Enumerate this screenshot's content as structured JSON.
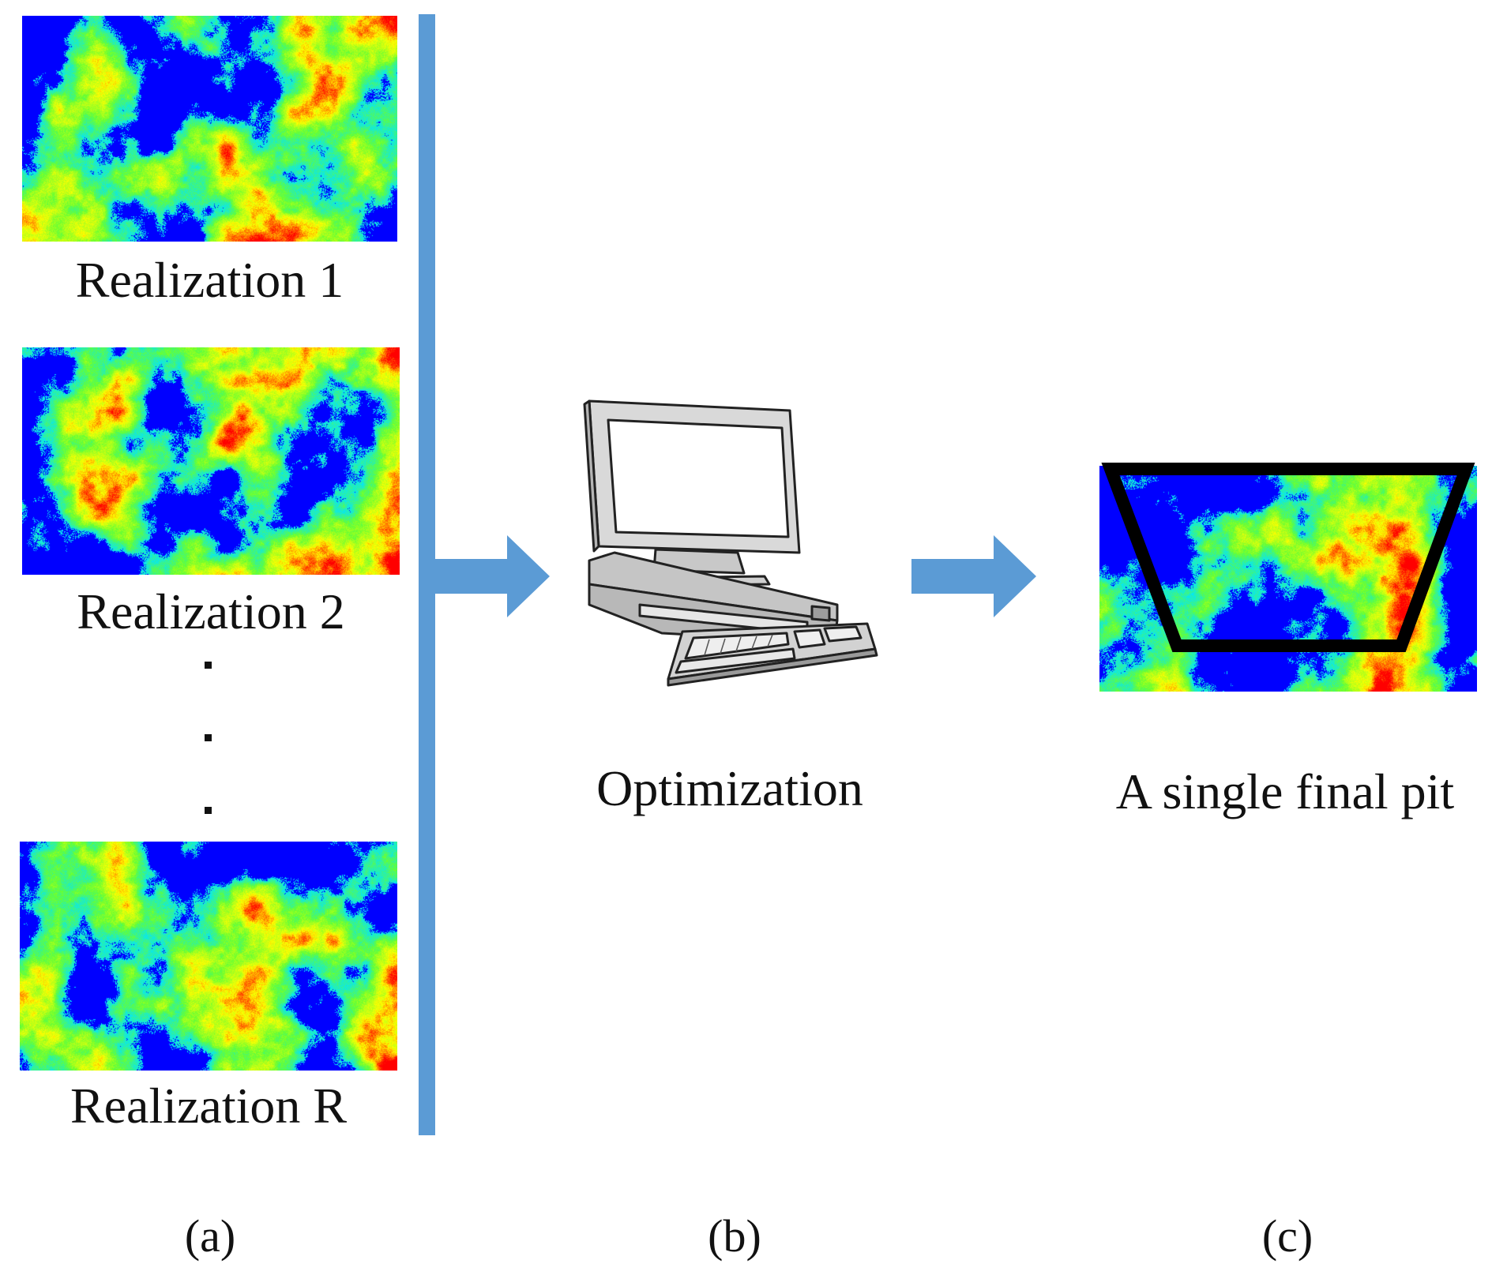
{
  "colors": {
    "accent": "#5b9bd5",
    "map_low": "#0000ff",
    "map_mid_low": "#00e5ff",
    "map_mid": "#66ff33",
    "map_mid_high": "#ffff00",
    "map_high": "#ff0000",
    "pit_outline": "#000000"
  },
  "panel_a": {
    "realizations": [
      {
        "label": "Realization 1"
      },
      {
        "label": "Realization 2"
      },
      {
        "label": "Realization R"
      }
    ],
    "ellipsis": "...",
    "panel_label": "(a)"
  },
  "panel_b": {
    "icon": "computer-icon",
    "label": "Optimization",
    "panel_label": "(b)"
  },
  "panel_c": {
    "label": "A single final pit",
    "panel_label": "(c)"
  },
  "arrows": [
    "arrow-right-icon",
    "arrow-right-icon"
  ]
}
